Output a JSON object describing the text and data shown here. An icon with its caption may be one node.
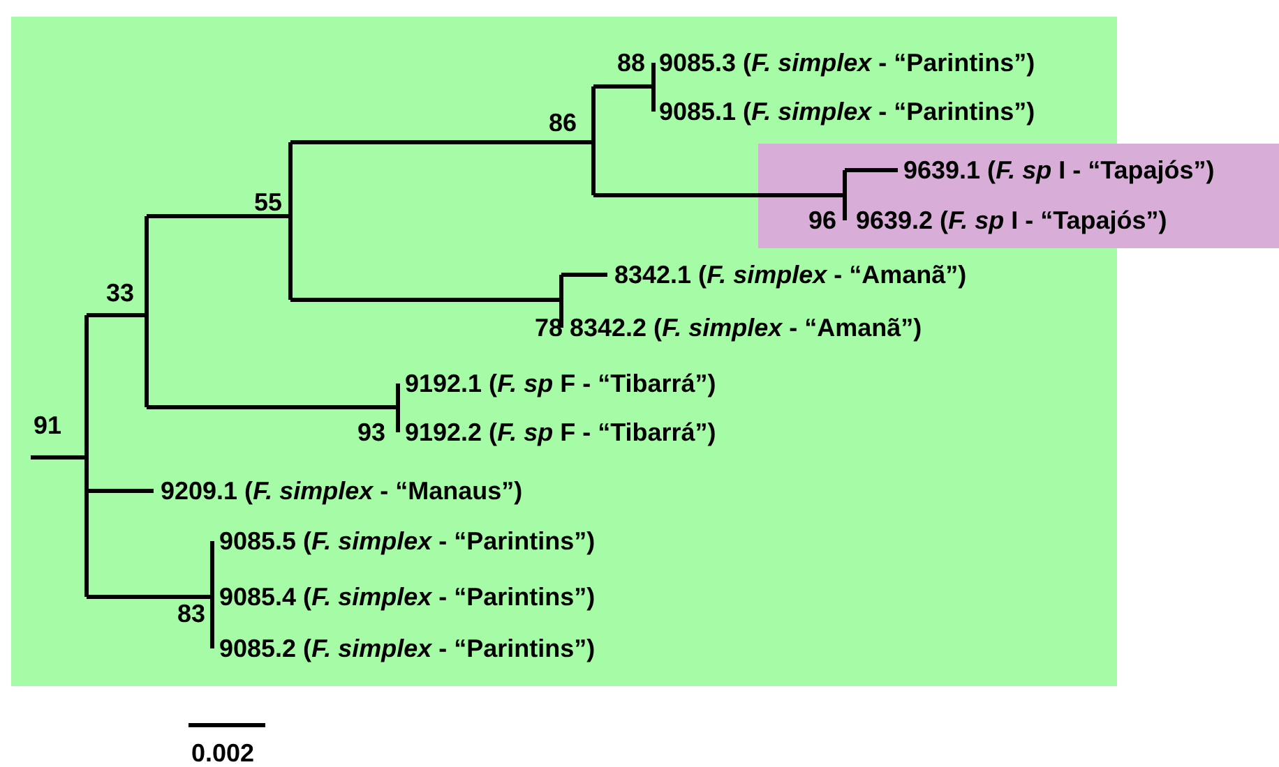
{
  "diagram": {
    "nodes": [
      {
        "text": [],
        "shape": "box"
      },
      {
        "text": [
          "9085.3 (*F. simplex* - “Parintins”)"
        ],
        "in": 0
      },
      {
        "text": [
          "9085.1 (*F. simplex* - “Parintins”)"
        ],
        "in": 0
      },
      {
        "text": [],
        "shape": "box"
      },
      {
        "text": [
          "9639.1 (*F. sp* I - “Tapajós”)"
        ],
        "in": 3
      },
      {
        "text": [
          "9639.2 (*F. sp* I - “Tapajós”)"
        ],
        "in": 3
      },
      {
        "text": [
          "8342.1 (*F. simplex* - “Amanã”)"
        ],
        "in": 0
      },
      {
        "text": [
          "8342.2 (*F. simplex* - “Amanã”)"
        ],
        "in": 0
      },
      {
        "text": [
          "9192.1 (*F. sp* F - “Tibarrá”)"
        ],
        "in": 0
      },
      {
        "text": [
          "9192.2 (*F. sp* F - “Tibarrá”)"
        ],
        "in": 0
      },
      {
        "text": [
          "9209.1 (*F. simplex* - “Manaus”)"
        ],
        "in": 0
      },
      {
        "text": [
          "9085.5 (*F. simplex* - “Parintins”)"
        ],
        "in": 0
      },
      {
        "text": [
          "9085.4 (*F. simplex* - “Parintins”)"
        ],
        "in": 0
      },
      {
        "text": [
          "9085.2 (*F. simplex* - “Parintins”)"
        ],
        "in": 0
      }
    ],
    "labels": [
      "88",
      "86",
      "55",
      "96",
      "78",
      "33",
      "93",
      "91",
      "83",
      "0.002"
    ]
  }
}
